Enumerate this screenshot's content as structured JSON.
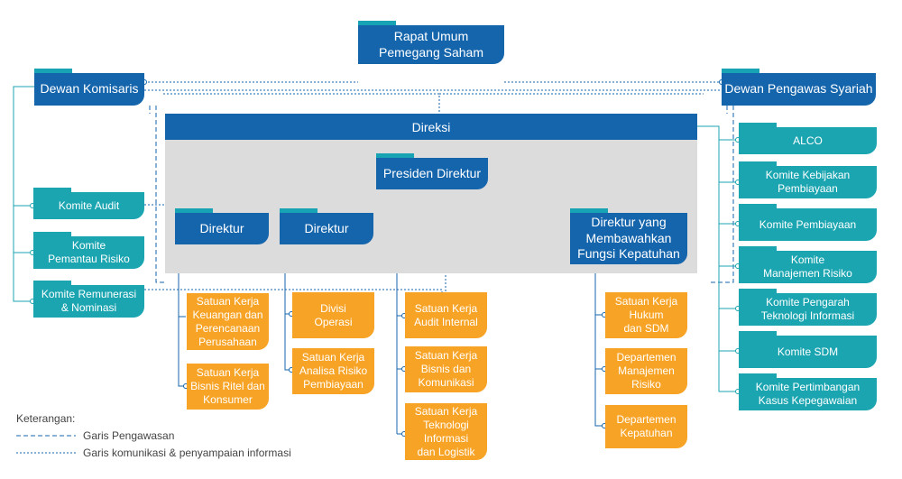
{
  "nodes": {
    "rups": "Rapat Umum\nPemegang Saham",
    "dewan_komisaris": "Dewan Komisaris",
    "dewan_pengawas_syariah": "Dewan Pengawas Syariah",
    "direksi": "Direksi",
    "presiden_direktur": "Presiden Direktur",
    "direktur_1": "Direktur",
    "direktur_2": "Direktur",
    "direktur_kepatuhan": "Direktur yang\nMembawahkan\nFungsi Kepatuhan",
    "komite_audit": "Komite Audit",
    "komite_pemantau_risiko": "Komite\nPemantau Risiko",
    "komite_remunerasi": "Komite Remunerasi\n& Nominasi",
    "sk_keuangan": "Satuan Kerja\nKeuangan dan\nPerencanaan\nPerusahaan",
    "sk_bisnis_ritel": "Satuan Kerja\nBisnis Ritel dan\nKonsumer",
    "divisi_operasi": "Divisi\nOperasi",
    "sk_analisa_risiko": "Satuan Kerja\nAnalisa Risiko\nPembiayaan",
    "sk_audit_internal": "Satuan Kerja\nAudit Internal",
    "sk_bisnis_komunikasi": "Satuan Kerja\nBisnis dan\nKomunikasi",
    "sk_teknologi": "Satuan Kerja\nTeknologi\nInformasi\ndan Logistik",
    "sk_hukum_sdm": "Satuan Kerja\nHukum\ndan SDM",
    "dept_manajemen_risiko": "Departemen\nManajemen\nRisiko",
    "dept_kepatuhan": "Departemen\nKepatuhan",
    "alco": "ALCO",
    "komite_kebijakan_pembiayaan": "Komite Kebijakan\nPembiayaan",
    "komite_pembiayaan": "Komite Pembiayaan",
    "komite_manajemen_risiko": "Komite\nManajemen Risiko",
    "komite_pengarah_ti": "Komite Pengarah\nTeknologi Informasi",
    "komite_sdm": "Komite SDM",
    "komite_pertimbangan": "Komite Pertimbangan\nKasus Kepegawaian"
  },
  "legend": {
    "title": "Keterangan:",
    "dashed": "Garis Pengawasan",
    "dotted": "Garis komunikasi & penyampaian informasi"
  },
  "colors": {
    "blue": "#1565ad",
    "teal": "#1ba5b1",
    "orange": "#f7a325",
    "panel": "#dcdcdc",
    "line": "#1565ad",
    "teal_line": "#1ba5b1"
  }
}
